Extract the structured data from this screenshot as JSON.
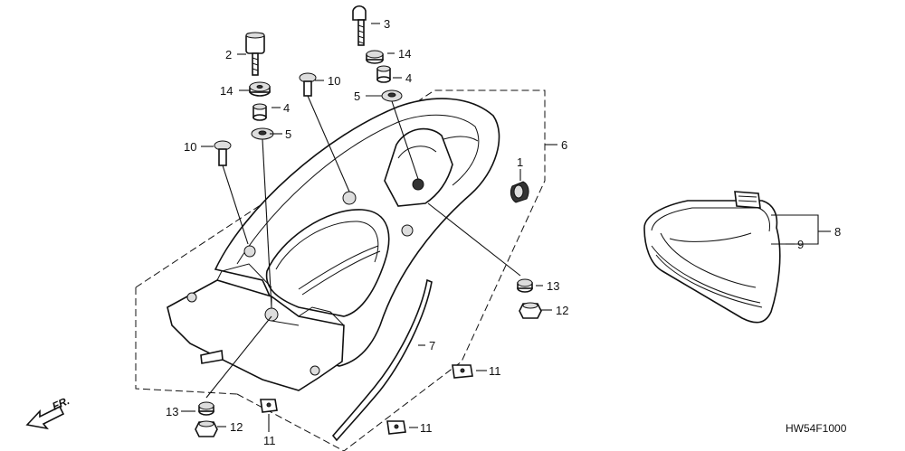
{
  "diagram": {
    "callouts": {
      "c1": "1",
      "c2": "2",
      "c3": "3",
      "c4a": "4",
      "c4b": "4",
      "c5a": "5",
      "c5b": "5",
      "c6": "6",
      "c7": "7",
      "c8": "8",
      "c9": "9",
      "c10a": "10",
      "c10b": "10",
      "c11a": "11",
      "c11b": "11",
      "c11c": "11",
      "c12a": "12",
      "c12b": "12",
      "c13a": "13",
      "c13b": "13",
      "c14a": "14",
      "c14b": "14"
    },
    "front_label": "FR.",
    "figure_code": "HW54F1000"
  }
}
